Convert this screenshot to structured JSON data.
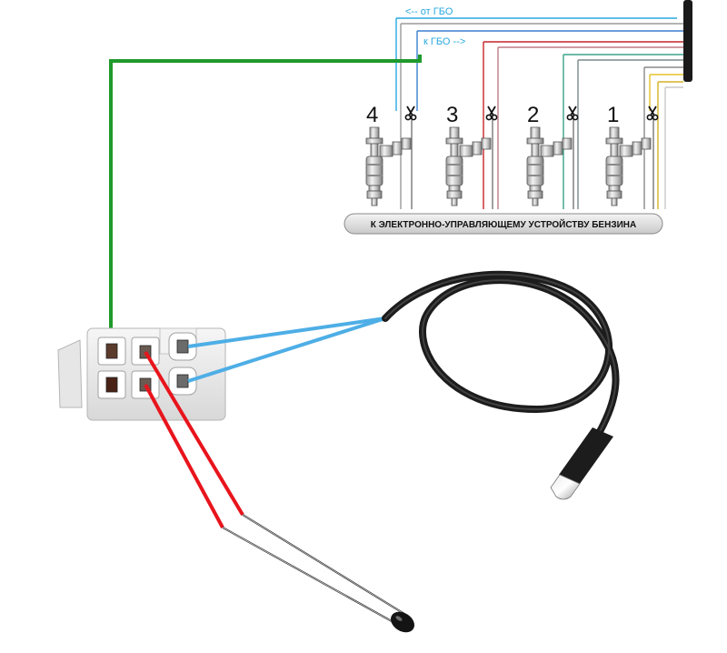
{
  "labels": {
    "from_gbo": "<-- от ГБО",
    "to_gbo": "к ГБО -->",
    "bottom_bar": "К ЭЛЕКТРОННО-УПРАВЛЯЮЩЕМУ УСТРОЙСТВУ БЕНЗИНА"
  },
  "injectors": [
    {
      "number": "4"
    },
    {
      "number": "3"
    },
    {
      "number": "2"
    },
    {
      "number": "1"
    }
  ],
  "colors": {
    "green_wire": "#1f9a2c",
    "blue_wire": "#4eaee6",
    "red_wire": "#e8141c",
    "cyan_label": "#29a9e0",
    "cable": "#1c1c1c"
  }
}
